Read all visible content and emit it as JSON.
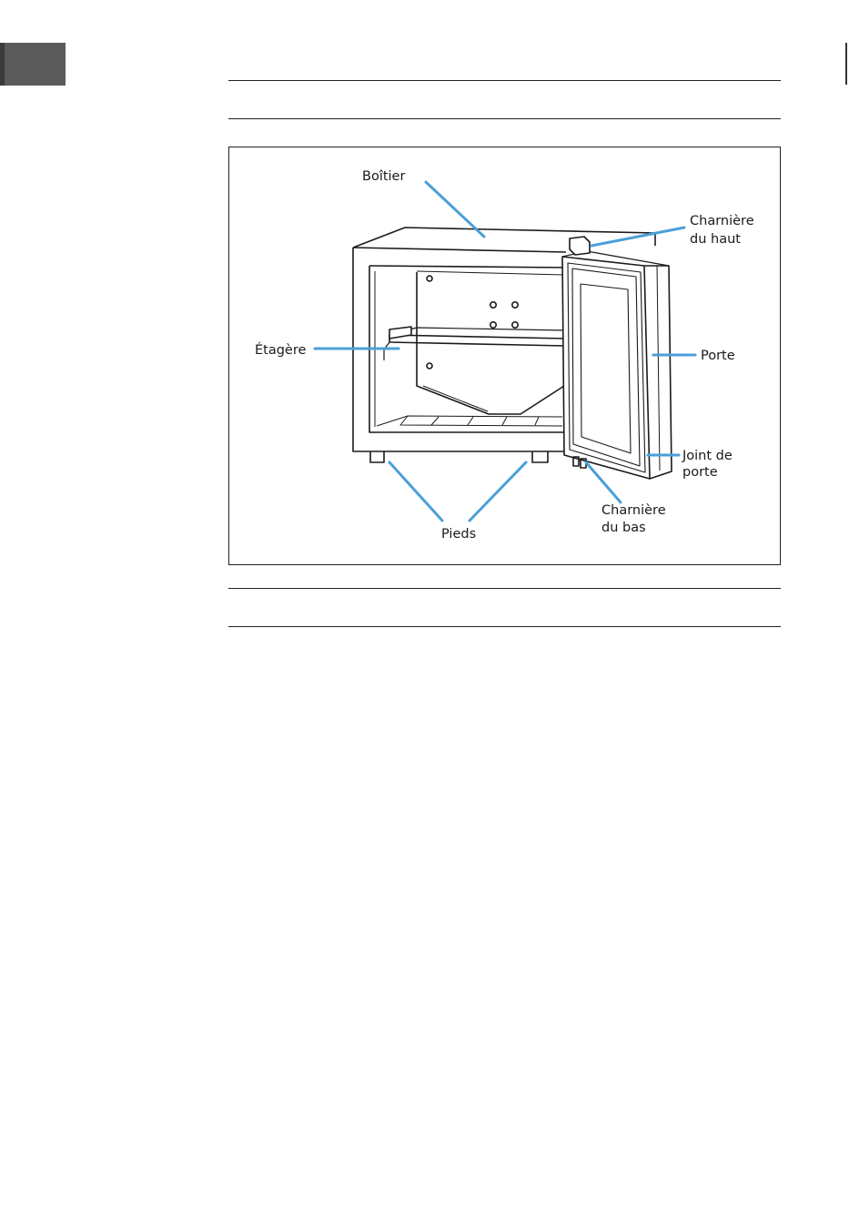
{
  "colors": {
    "callout": "#4a9fd8",
    "line": "#1a1a1a",
    "tab": "#5a5a5a"
  },
  "figure": {
    "labels": {
      "boitier": "Boîtier",
      "charniere_haut_1": "Charnière",
      "charniere_haut_2": "du haut",
      "etagere": "Étagère",
      "porte": "Porte",
      "joint_1": "Joint de",
      "joint_2": "porte",
      "charniere_bas_1": "Charnière",
      "charniere_bas_2": "du bas",
      "pieds": "Pieds"
    }
  }
}
